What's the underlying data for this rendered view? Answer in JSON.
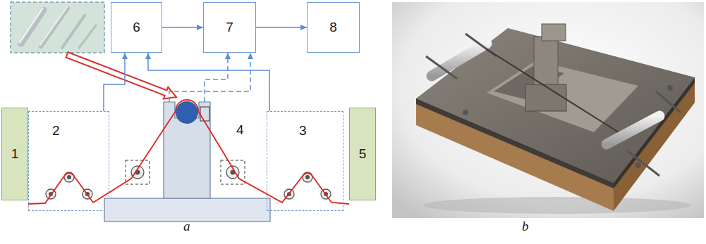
{
  "diagram": {
    "nodes": [
      {
        "text": [
          "6"
        ]
      },
      {
        "text": [
          "7"
        ]
      },
      {
        "text": [
          "8"
        ]
      },
      {
        "text": [
          "1"
        ]
      },
      {
        "text": [
          "2"
        ]
      },
      {
        "text": [
          "4"
        ]
      },
      {
        "text": [
          "3"
        ]
      },
      {
        "text": [
          "5"
        ]
      }
    ],
    "edges": [
      {
        "from": 0,
        "to": 1,
        "arrow": "to"
      },
      {
        "from": 1,
        "to": 2,
        "arrow": "to"
      },
      {
        "from": 4,
        "to": 0,
        "arrow": "to"
      },
      {
        "from": 6,
        "to": 0,
        "arrow": "to"
      },
      {
        "from": 5,
        "to": 1,
        "arrow": "to"
      },
      {
        "from": 5,
        "to": 1,
        "arrow": "to"
      }
    ],
    "labels": [
      "a",
      "b"
    ]
  }
}
